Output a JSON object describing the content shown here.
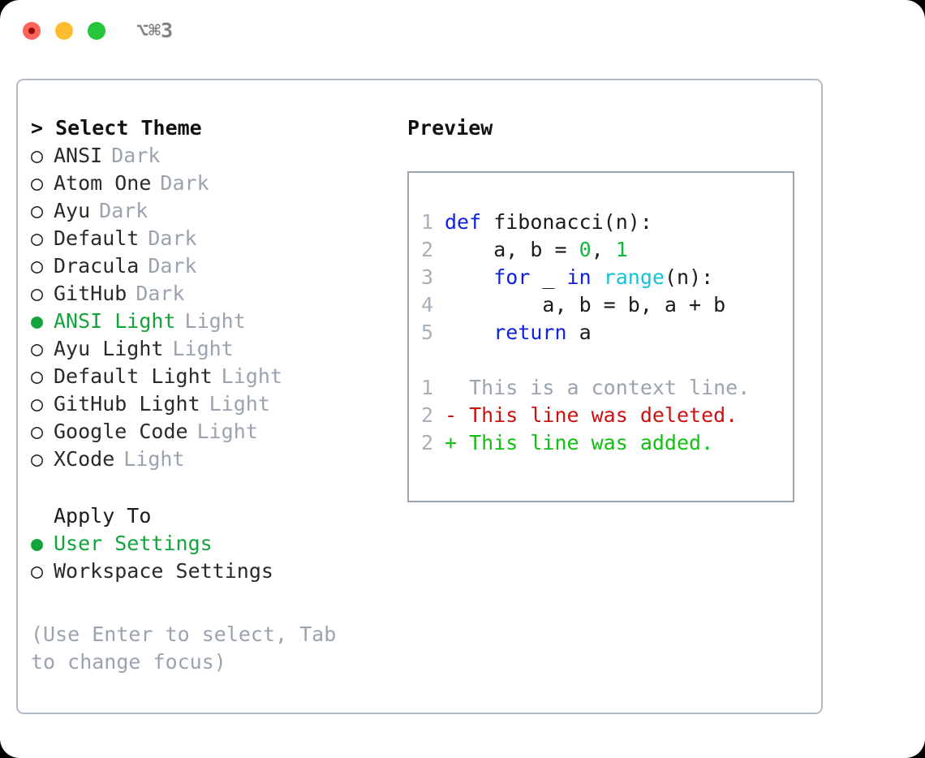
{
  "window": {
    "shortcut_label": "⌥⌘3",
    "traffic_lights": [
      "close-red",
      "minimize-yellow",
      "maximize-green"
    ]
  },
  "theme_panel": {
    "header": "> Select Theme",
    "items": [
      {
        "marker": "○",
        "name": "ANSI",
        "variant": "Dark",
        "selected": false
      },
      {
        "marker": "○",
        "name": "Atom One",
        "variant": "Dark",
        "selected": false
      },
      {
        "marker": "○",
        "name": "Ayu",
        "variant": "Dark",
        "selected": false
      },
      {
        "marker": "○",
        "name": "Default",
        "variant": "Dark",
        "selected": false
      },
      {
        "marker": "○",
        "name": "Dracula",
        "variant": "Dark",
        "selected": false
      },
      {
        "marker": "○",
        "name": "GitHub",
        "variant": "Dark",
        "selected": false
      },
      {
        "marker": "●",
        "name": "ANSI Light",
        "variant": "Light",
        "selected": true
      },
      {
        "marker": "○",
        "name": "Ayu Light",
        "variant": "Light",
        "selected": false
      },
      {
        "marker": "○",
        "name": "Default Light",
        "variant": "Light",
        "selected": false
      },
      {
        "marker": "○",
        "name": "GitHub Light",
        "variant": "Light",
        "selected": false
      },
      {
        "marker": "○",
        "name": "Google Code",
        "variant": "Light",
        "selected": false
      },
      {
        "marker": "○",
        "name": "XCode",
        "variant": "Light",
        "selected": false
      }
    ]
  },
  "apply_to": {
    "header": "Apply To",
    "options": [
      {
        "marker": "●",
        "label": "User Settings",
        "selected": true
      },
      {
        "marker": "○",
        "label": "Workspace Settings",
        "selected": false
      }
    ]
  },
  "help_text": "(Use Enter to select, Tab to change focus)",
  "preview": {
    "title": "Preview",
    "code_lines": [
      {
        "lineno": "1",
        "tokens": [
          {
            "t": "def",
            "c": "kw"
          },
          {
            "t": " fibonacci(n):",
            "c": "id"
          }
        ]
      },
      {
        "lineno": "2",
        "tokens": [
          {
            "t": "    a, b = ",
            "c": "id"
          },
          {
            "t": "0",
            "c": "num"
          },
          {
            "t": ", ",
            "c": "id"
          },
          {
            "t": "1",
            "c": "num"
          }
        ]
      },
      {
        "lineno": "3",
        "tokens": [
          {
            "t": "    ",
            "c": "id"
          },
          {
            "t": "for",
            "c": "kw"
          },
          {
            "t": " _ ",
            "c": "id"
          },
          {
            "t": "in",
            "c": "kw"
          },
          {
            "t": " ",
            "c": "id"
          },
          {
            "t": "range",
            "c": "fn"
          },
          {
            "t": "(n):",
            "c": "id"
          }
        ]
      },
      {
        "lineno": "4",
        "tokens": [
          {
            "t": "        a, b = b, a + b",
            "c": "id"
          }
        ]
      },
      {
        "lineno": "5",
        "tokens": [
          {
            "t": "    ",
            "c": "id"
          },
          {
            "t": "return",
            "c": "kw"
          },
          {
            "t": " a",
            "c": "id"
          }
        ]
      }
    ],
    "diff_lines": [
      {
        "lineno": "1",
        "prefix": "  ",
        "text": "This is a context line.",
        "kind": "ctx"
      },
      {
        "lineno": "2",
        "prefix": "- ",
        "text": "This line was deleted.",
        "kind": "del"
      },
      {
        "lineno": "2",
        "prefix": "+ ",
        "text": "This line was added.",
        "kind": "add"
      }
    ]
  },
  "colors": {
    "accent_green": "#12a43a",
    "keyword_blue": "#1122dd",
    "number_green": "#12b83c",
    "builtin_cyan": "#15c3d6",
    "diff_delete_red": "#cc1111",
    "diff_add_green": "#12c012",
    "muted_gray": "#9aa3ae",
    "border_gray": "#9aa5b1"
  }
}
